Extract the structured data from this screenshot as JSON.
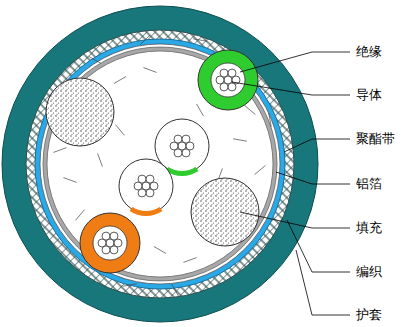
{
  "diagram": {
    "labels": [
      "绝缘",
      "导体",
      "聚酯带",
      "铝箔",
      "填充",
      "编织",
      "护套"
    ]
  }
}
